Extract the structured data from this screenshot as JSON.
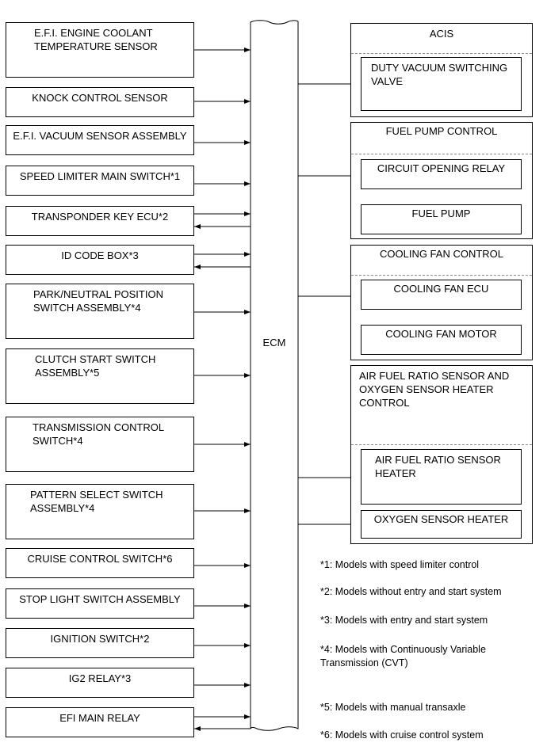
{
  "ecm": {
    "label": "ECM"
  },
  "inputs": [
    {
      "label": "E.F.I. ENGINE COOLANT\nTEMPERATURE SENSOR"
    },
    {
      "label": "KNOCK CONTROL SENSOR"
    },
    {
      "label": "E.F.I. VACUUM SENSOR ASSEMBLY"
    },
    {
      "label": "SPEED LIMITER MAIN SWITCH*1"
    },
    {
      "label": "TRANSPONDER KEY ECU*2"
    },
    {
      "label": "ID CODE BOX*3"
    },
    {
      "label": "PARK/NEUTRAL POSITION\nSWITCH ASSEMBLY*4"
    },
    {
      "label": "CLUTCH START SWITCH\nASSEMBLY*5"
    },
    {
      "label": "TRANSMISSION CONTROL\nSWITCH*4"
    },
    {
      "label": "PATTERN SELECT SWITCH\nASSEMBLY*4"
    },
    {
      "label": "CRUISE CONTROL SWITCH*6"
    },
    {
      "label": "STOP LIGHT SWITCH ASSEMBLY"
    },
    {
      "label": "IGNITION SWITCH*2"
    },
    {
      "label": "IG2 RELAY*3"
    },
    {
      "label": "EFI MAIN RELAY"
    }
  ],
  "outputs": {
    "acis": {
      "title": "ACIS",
      "item": "DUTY VACUUM SWITCHING\nVALVE"
    },
    "fuel_pump_control": {
      "title": "FUEL PUMP CONTROL",
      "item1": "CIRCUIT OPENING RELAY",
      "item2": "FUEL PUMP"
    },
    "cooling_fan_control": {
      "title": "COOLING FAN CONTROL",
      "item1": "COOLING FAN ECU",
      "item2": "COOLING FAN MOTOR"
    },
    "af_heater_control": {
      "title": "AIR FUEL RATIO SENSOR AND\nOXYGEN SENSOR HEATER\nCONTROL",
      "item1": "AIR FUEL RATIO SENSOR\nHEATER",
      "item2": "OXYGEN SENSOR HEATER"
    }
  },
  "notes": [
    "*1: Models with speed limiter control",
    "*2: Models without entry and start system",
    "*3: Models with entry and start system",
    "*4: Models with Continuously Variable\nTransmission (CVT)",
    "*5: Models with manual transaxle",
    "*6: Models with cruise control system"
  ]
}
